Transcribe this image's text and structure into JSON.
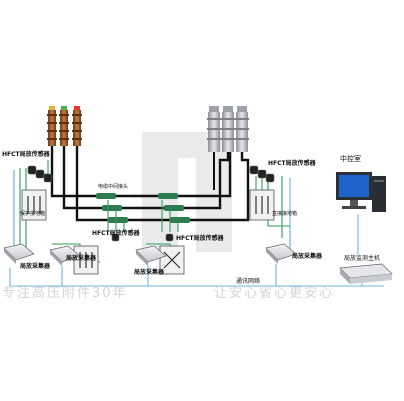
{
  "labels": {
    "hfct_left": "HFCT局放传感器",
    "hfct_right": "HFCT局放传感器",
    "hfct_center": "HFCT局放传感器",
    "hfct_center2": "HFCT局放传感器",
    "collector_left": "局放采集器",
    "collector_center_left": "局放采集器",
    "collector_center_right": "局放采集器",
    "collector_right": "局放采集器",
    "control_room": "中控室",
    "monitor_host": "局放监测主机",
    "comm_network": "通讯网络",
    "cable_joint": "电缆中间接头",
    "protect_box": "保护接地箱",
    "direct_box": "直接接地箱"
  },
  "watermark": {
    "left": "专注高压附件30年",
    "right": "让安心省心更安心"
  },
  "colors": {
    "cable": "#111111",
    "ground_wire": "#2e9e5e",
    "comm_line": "#6fb6dd",
    "terminator_brown": "#9a5a2a",
    "terminator_grey": "#b9bcc2"
  }
}
